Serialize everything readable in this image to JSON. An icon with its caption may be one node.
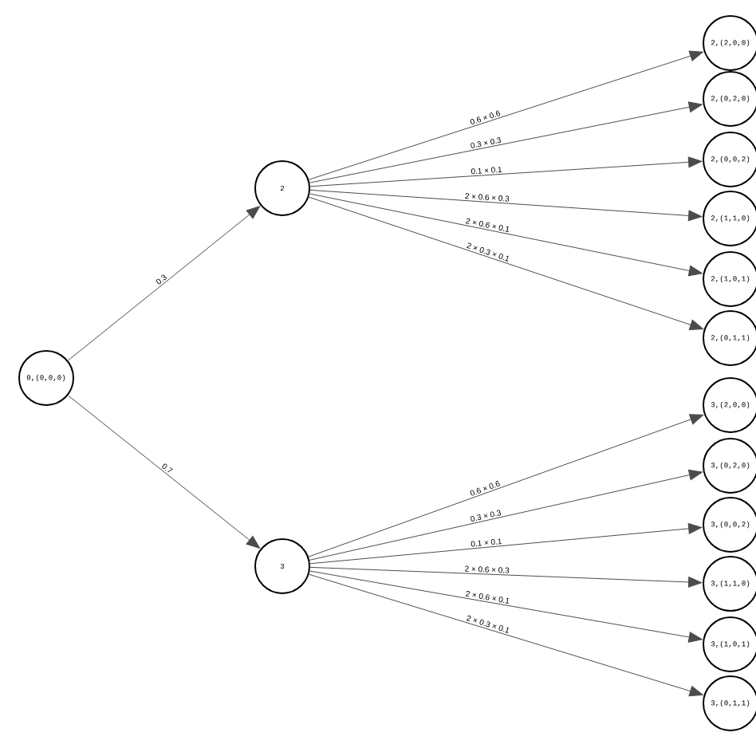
{
  "diagram": {
    "nodes": [
      {
        "text": [
          "0,(0,0,0)"
        ]
      },
      {
        "text": [
          "2"
        ]
      },
      {
        "text": [
          "2,(2,0,0)"
        ]
      },
      {
        "text": [
          "2,(0,2,0)"
        ]
      },
      {
        "text": [
          "2,(0,0,2)"
        ]
      },
      {
        "text": [
          "2,(1,1,0)"
        ]
      },
      {
        "text": [
          "2,(1,0,1)"
        ]
      },
      {
        "text": [
          "2,(0,1,1)"
        ]
      },
      {
        "text": [
          "3"
        ]
      },
      {
        "text": [
          "3,(2,0,0)"
        ]
      },
      {
        "text": [
          "3,(0,2,0)"
        ]
      },
      {
        "text": [
          "3,(0,0,2)"
        ]
      },
      {
        "text": [
          "3,(1,1,0)"
        ]
      },
      {
        "text": [
          "3,(1,0,1)"
        ]
      },
      {
        "text": [
          "3,(0,1,1)"
        ]
      }
    ],
    "edges": [
      {
        "from": 0,
        "to": 1,
        "arrow": "to",
        "label": "0.3"
      },
      {
        "from": 0,
        "to": 8,
        "arrow": "to",
        "label": "0.7"
      },
      {
        "from": 1,
        "to": 2,
        "arrow": "to",
        "label": "0.6 × 0.6"
      },
      {
        "from": 1,
        "to": 3,
        "arrow": "to",
        "label": "0.3 × 0.3"
      },
      {
        "from": 1,
        "to": 4,
        "arrow": "to",
        "label": "0.1 × 0.1"
      },
      {
        "from": 1,
        "to": 5,
        "arrow": "to",
        "label": "2 × 0.6 × 0.3"
      },
      {
        "from": 1,
        "to": 6,
        "arrow": "to",
        "label": "2 × 0.6 × 0.1"
      },
      {
        "from": 1,
        "to": 7,
        "arrow": "to",
        "label": "2 × 0.3 × 0.1"
      },
      {
        "from": 8,
        "to": 9,
        "arrow": "to",
        "label": "0.6 × 0.6"
      },
      {
        "from": 8,
        "to": 10,
        "arrow": "to",
        "label": "0.3 × 0.3"
      },
      {
        "from": 8,
        "to": 11,
        "arrow": "to",
        "label": "0.1 × 0.1"
      },
      {
        "from": 8,
        "to": 12,
        "arrow": "to",
        "label": "2 × 0.6 × 0.3"
      },
      {
        "from": 8,
        "to": 13,
        "arrow": "to",
        "label": "2 × 0.6 × 0.1"
      },
      {
        "from": 8,
        "to": 14,
        "arrow": "to",
        "label": "2 × 0.3 × 0.1"
      }
    ]
  }
}
